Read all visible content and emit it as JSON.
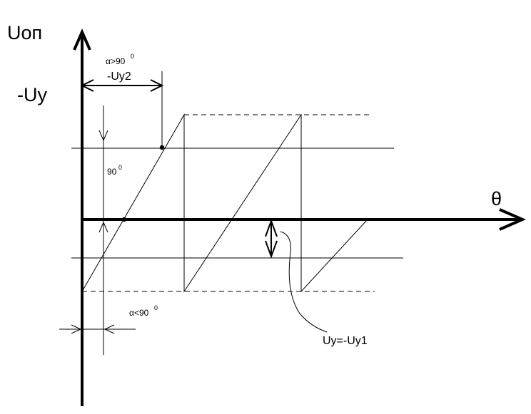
{
  "labels": {
    "y_axis": "Uоп",
    "x_axis": "θ",
    "neg_uy": "-Uy",
    "alpha_gt": "α>90",
    "alpha_gt_sup": "0",
    "uy2": "-Uy2",
    "ninety": "90",
    "ninety_sup": "0",
    "alpha_lt": "α<90",
    "alpha_lt_sup": "0",
    "uy_eq": "Uy=-Uy1"
  }
}
